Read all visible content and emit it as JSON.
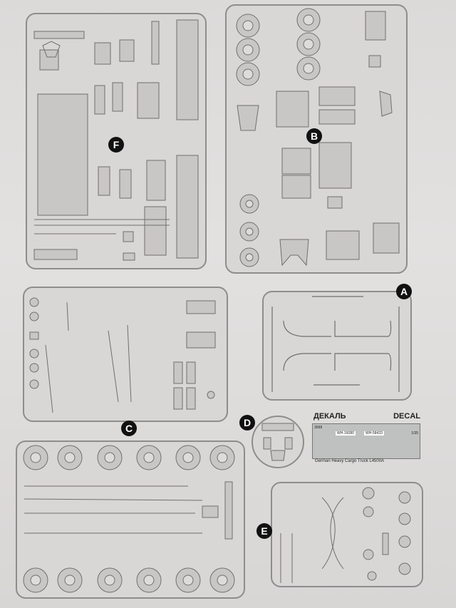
{
  "page": {
    "name": "kit-instruction-sprue-sheet"
  },
  "sprues": [
    {
      "id": "F",
      "letter": "F"
    },
    {
      "id": "B",
      "letter": "B"
    },
    {
      "id": "A",
      "letter": "A"
    },
    {
      "id": "C",
      "letter": "C"
    },
    {
      "id": "D",
      "letter": "D"
    },
    {
      "id": "E",
      "letter": "E"
    }
  ],
  "decal": {
    "title_ru": "ДЕКАЛЬ",
    "title_en": "DECAL",
    "code_left": "3598",
    "scale": "1/35",
    "plates": [
      "WH-16080",
      "WH-58433"
    ],
    "footer": "German Heavy Cargo Truck L4500A"
  }
}
